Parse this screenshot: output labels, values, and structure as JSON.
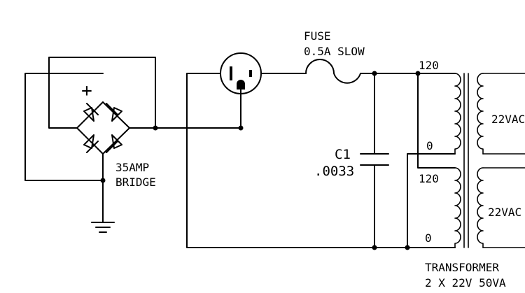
{
  "fuse": {
    "name": "FUSE",
    "rating": "0.5A SLOW"
  },
  "capacitor": {
    "ref": "C1",
    "value": ".0033"
  },
  "bridge": {
    "rating": "35AMP",
    "type": "BRIDGE",
    "plus_sign": "+"
  },
  "transformer": {
    "name": "TRANSFORMER",
    "rating": "2 X 22V  50VA",
    "primary1_top": "120",
    "primary1_bottom": "0",
    "primary2_top": "120",
    "primary2_bottom": "0",
    "secondary1": "22VAC",
    "secondary2": "22VAC"
  },
  "colors": {
    "ink": "#000000",
    "background": "#ffffff"
  }
}
